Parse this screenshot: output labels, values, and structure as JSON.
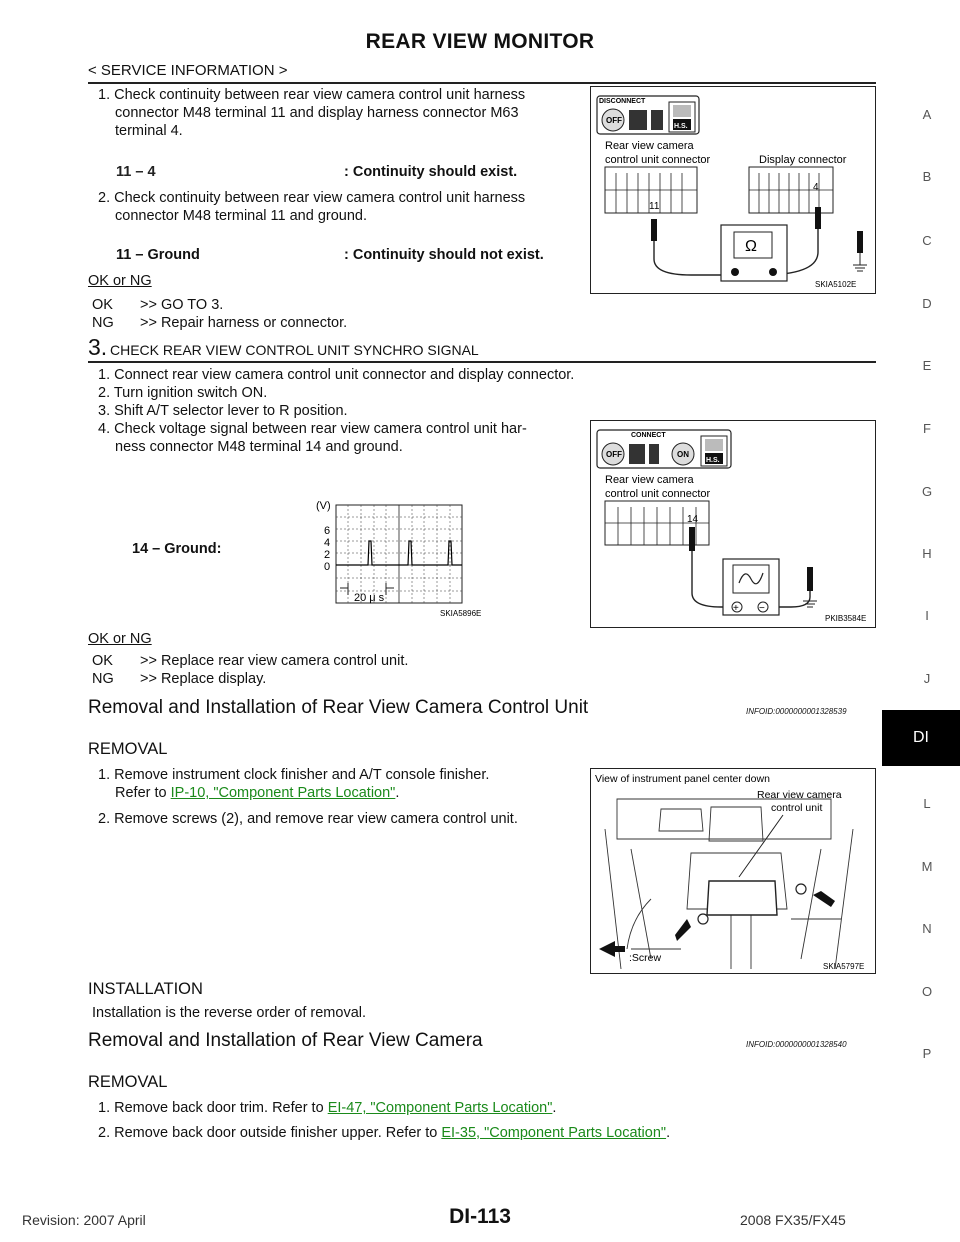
{
  "header": {
    "title": "REAR VIEW MONITOR",
    "subtitle": "< SERVICE INFORMATION >"
  },
  "step2": {
    "item1": [
      "1. Check continuity between rear view camera control unit harness",
      "connector M48 terminal 11 and display harness connector M63",
      "terminal 4."
    ],
    "spec1_left": "11 – 4",
    "spec1_right": ": Continuity should exist.",
    "item2": [
      "2. Check continuity between rear view camera control unit harness",
      "connector M48 terminal 11 and ground."
    ],
    "spec2_left": "11 – Ground",
    "spec2_right": ": Continuity should not exist.",
    "ok_ng": "OK or NG",
    "ok_label": "OK",
    "ok_action": ">> GO TO 3.",
    "ng_label": "NG",
    "ng_action": ">> Repair harness or connector."
  },
  "fig1": {
    "disconnect": "DISCONNECT",
    "off": "OFF",
    "hs": "H.S.",
    "cam_label": [
      "Rear view camera",
      "control unit connector"
    ],
    "display_label": "Display connector",
    "term11": "11",
    "term4": "4",
    "ohm": "Ω",
    "id": "SKIA5102E"
  },
  "step3": {
    "num": "3.",
    "heading": "CHECK REAR VIEW CONTROL UNIT SYNCHRO SIGNAL",
    "items": [
      "1. Connect rear view camera control unit connector and display connector.",
      "2. Turn ignition switch ON.",
      "3. Shift A/T selector lever to R position."
    ],
    "item4": [
      "4. Check voltage signal between rear view camera control unit har-",
      "ness connector M48 terminal 14 and ground."
    ],
    "spec_label": "14 – Ground:",
    "ok_ng": "OK or NG",
    "ok_label": "OK",
    "ok_action": ">> Replace rear view camera control unit.",
    "ng_label": "NG",
    "ng_action": ">> Replace display."
  },
  "scope": {
    "unit": "(V)",
    "ticks": [
      "6",
      "4",
      "2",
      "0"
    ],
    "time": "20 μ s",
    "id": "SKIA5896E"
  },
  "fig2": {
    "connect": "CONNECT",
    "off": "OFF",
    "on": "ON",
    "hs": "H.S.",
    "cam_label": [
      "Rear view camera",
      "control unit connector"
    ],
    "term14": "14",
    "plus": "+",
    "minus": "−",
    "id": "PKIB3584E"
  },
  "section1": {
    "title": "Removal and Installation of Rear View Camera Control Unit",
    "infoid": "INFOID:0000000001328539",
    "removal": "REMOVAL",
    "item1_a": "1. Remove instrument clock finisher and A/T console finisher.",
    "item1_b": "Refer to",
    "item1_link": "IP-10, \"Component Parts Location\"",
    "item1_end": ".",
    "item2": "2. Remove screws (2), and remove rear view camera control unit.",
    "installation": "INSTALLATION",
    "install_text": "Installation is the reverse order of removal."
  },
  "fig3": {
    "view": "View of instrument panel center down",
    "cam_label": [
      "Rear view camera",
      "control unit"
    ],
    "screw": ":Screw",
    "id": "SKIA5797E"
  },
  "section2": {
    "title": "Removal and Installation of Rear View Camera",
    "infoid": "INFOID:0000000001328540",
    "removal": "REMOVAL",
    "item1_a": "1. Remove back door trim. Refer to",
    "item1_link": "EI-47, \"Component Parts Location\"",
    "item1_end": ".",
    "item2_a": "2. Remove back door outside finisher  upper. Refer to",
    "item2_link": "EI-35, \"Component Parts Location\"",
    "item2_end": "."
  },
  "sidebar": {
    "letters": [
      "A",
      "B",
      "C",
      "D",
      "E",
      "F",
      "G",
      "H",
      "I",
      "J",
      "DI",
      "L",
      "M",
      "N",
      "O",
      "P"
    ],
    "active": "DI"
  },
  "footer": {
    "revision": "Revision: 2007 April",
    "page": "DI-113",
    "model": "2008 FX35/FX45"
  }
}
